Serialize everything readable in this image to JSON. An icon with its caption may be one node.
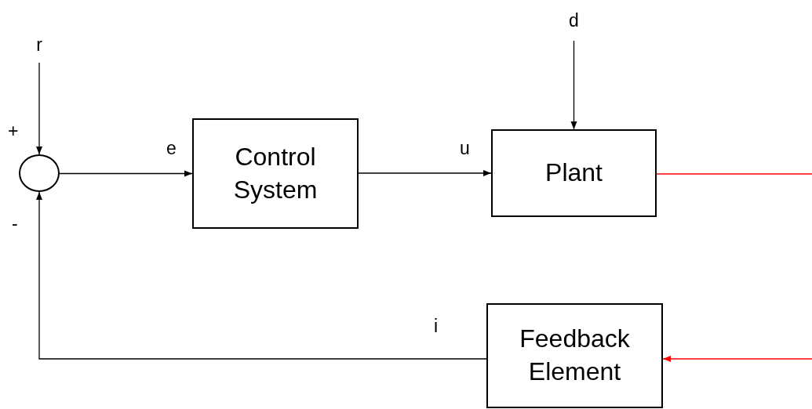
{
  "diagram": {
    "nodes": [
      {
        "text": [
          "r"
        ]
      },
      {
        "text": [
          "d"
        ]
      },
      {
        "text": [],
        "shape": "circle"
      },
      {
        "text": [
          "Control System"
        ]
      },
      {
        "text": [
          "Plant"
        ]
      },
      {
        "text": [
          "Feedback Element"
        ]
      }
    ],
    "edges": [
      {
        "from": 0,
        "to": 2,
        "arrow": "to"
      },
      {
        "from": 2,
        "to": 3,
        "arrow": "to",
        "label": "e"
      },
      {
        "from": 3,
        "to": 4,
        "arrow": "to",
        "label": "u"
      },
      {
        "from": 1,
        "to": 4,
        "arrow": "to"
      },
      {
        "from": 4,
        "to": null,
        "arrow": "none",
        "color": "#ff0000"
      },
      {
        "from": null,
        "to": 5,
        "arrow": "to",
        "color": "#ff0000"
      },
      {
        "from": 5,
        "to": 2,
        "arrow": "to",
        "label": "i"
      }
    ],
    "labels": [
      "+",
      "-"
    ]
  }
}
